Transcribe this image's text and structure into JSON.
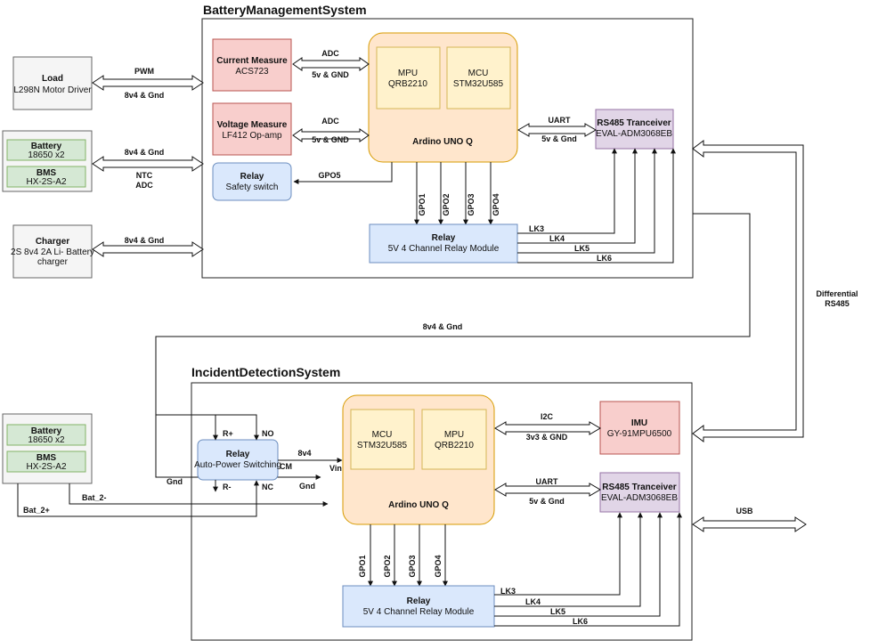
{
  "bms": {
    "title": "BatteryManagementSystem",
    "load": {
      "name": "Load",
      "sub": "L298N Motor Driver"
    },
    "battery": {
      "name": "Battery",
      "sub": "18650 x2"
    },
    "bms_module": {
      "name": "BMS",
      "sub": "HX-2S-A2"
    },
    "charger": {
      "name": "Charger",
      "sub1": "2S 8v4 2A Li- Battery",
      "sub2": "charger"
    },
    "current": {
      "name": "Current Measure",
      "sub": "ACS723"
    },
    "voltage": {
      "name": "Voltage Measure",
      "sub": "LF412 Op-amp"
    },
    "relay_safety": {
      "name": "Relay",
      "sub": "Safety switch"
    },
    "mpu": {
      "name": "MPU",
      "sub": "QRB2210"
    },
    "mcu": {
      "name": "MCU",
      "sub": "STM32U585"
    },
    "arduino": "Ardino UNO Q",
    "relay4": {
      "name": "Relay",
      "sub": "5V 4 Channel Relay Module"
    },
    "rs485": {
      "name": "RS485 Tranceiver",
      "sub": "EVAL-ADM3068EB"
    },
    "labels": {
      "pwm": "PWM",
      "pwm_pwr": "8v4 & Gnd",
      "bat_pwr": "8v4 & Gnd",
      "ntc": "NTC",
      "adc_bat": "ADC",
      "chg_pwr": "8v4 & Gnd",
      "adc1": "ADC",
      "pwr1": "5v & GND",
      "adc2": "ADC",
      "pwr2": "5v & GND",
      "gpo5": "GPO5",
      "gpo1": "GPO1",
      "gpo2": "GPO2",
      "gpo3": "GPO3",
      "gpo4": "GPO4",
      "uart": "UART",
      "uart_pwr": "5v & Gnd",
      "lk3": "LK3",
      "lk4": "LK4",
      "lk5": "LK5",
      "lk6": "LK6"
    }
  },
  "ids": {
    "title": "IncidentDetectionSystem",
    "battery": {
      "name": "Battery",
      "sub": "18650 x2"
    },
    "bms_module": {
      "name": "BMS",
      "sub": "HX-2S-A2"
    },
    "relay_aps": {
      "name": "Relay",
      "sub": "Auto-Power Switching"
    },
    "mcu": {
      "name": "MCU",
      "sub": "STM32U585"
    },
    "mpu": {
      "name": "MPU",
      "sub": "QRB2210"
    },
    "arduino": "Ardino UNO Q",
    "imu": {
      "name": "IMU",
      "sub": "GY-91MPU6500"
    },
    "rs485": {
      "name": "RS485 Tranceiver",
      "sub": "EVAL-ADM3068EB"
    },
    "relay4": {
      "name": "Relay",
      "sub": "5V 4 Channel Relay Module"
    },
    "labels": {
      "r_plus": "R+",
      "no": "NO",
      "cm": "CM",
      "r_minus": "R-",
      "nc": "NC",
      "v8v4": "8v4",
      "vin": "Vin",
      "gnd_left": "Gnd",
      "gnd_mid": "Gnd",
      "bat2_minus": "Bat_2-",
      "bat2_plus": "Bat_2+",
      "i2c": "I2C",
      "i2c_pwr": "3v3 & GND",
      "uart": "UART",
      "uart_pwr": "5v & Gnd",
      "gpo1": "GPO1",
      "gpo2": "GPO2",
      "gpo3": "GPO3",
      "gpo4": "GPO4",
      "lk3": "LK3",
      "lk4": "LK4",
      "lk5": "LK5",
      "lk6": "LK6"
    }
  },
  "links": {
    "feed": "8v4 & Gnd",
    "differential": "Differential",
    "rs485": "RS485",
    "usb": "USB"
  }
}
